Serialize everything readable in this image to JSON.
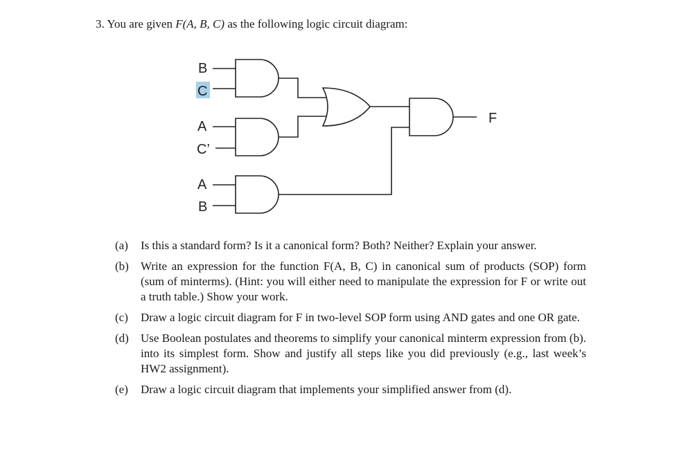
{
  "problem": {
    "number": "3.",
    "intro_pre": "You are given",
    "function": "F(A, B, C)",
    "intro_post": "as the following logic circuit diagram:"
  },
  "circuit": {
    "input_labels": [
      "B",
      "C",
      "A",
      "C’",
      "A",
      "B"
    ],
    "output_label": "F",
    "highlight_color": "#a9cfe8"
  },
  "parts": [
    {
      "tag": "(a)",
      "text": "Is this a standard form? Is it a canonical form? Both? Neither? Explain your answer."
    },
    {
      "tag": "(b)",
      "text": "Write an expression for the function F(A, B, C) in canonical sum of products (SOP) form (sum of minterms). (Hint: you will either need to manipulate the expression for F or write out a truth table.) Show your work."
    },
    {
      "tag": "(c)",
      "text": "Draw a logic circuit diagram for F in two-level SOP form using AND gates and one OR gate."
    },
    {
      "tag": "(d)",
      "text": "Use Boolean postulates and theorems to simplify your canonical minterm expression from (b). into its simplest form. Show and justify all steps like you did previously (e.g., last week’s HW2 assignment)."
    },
    {
      "tag": "(e)",
      "text": "Draw a logic circuit diagram that implements your simplified answer from (d)."
    }
  ]
}
